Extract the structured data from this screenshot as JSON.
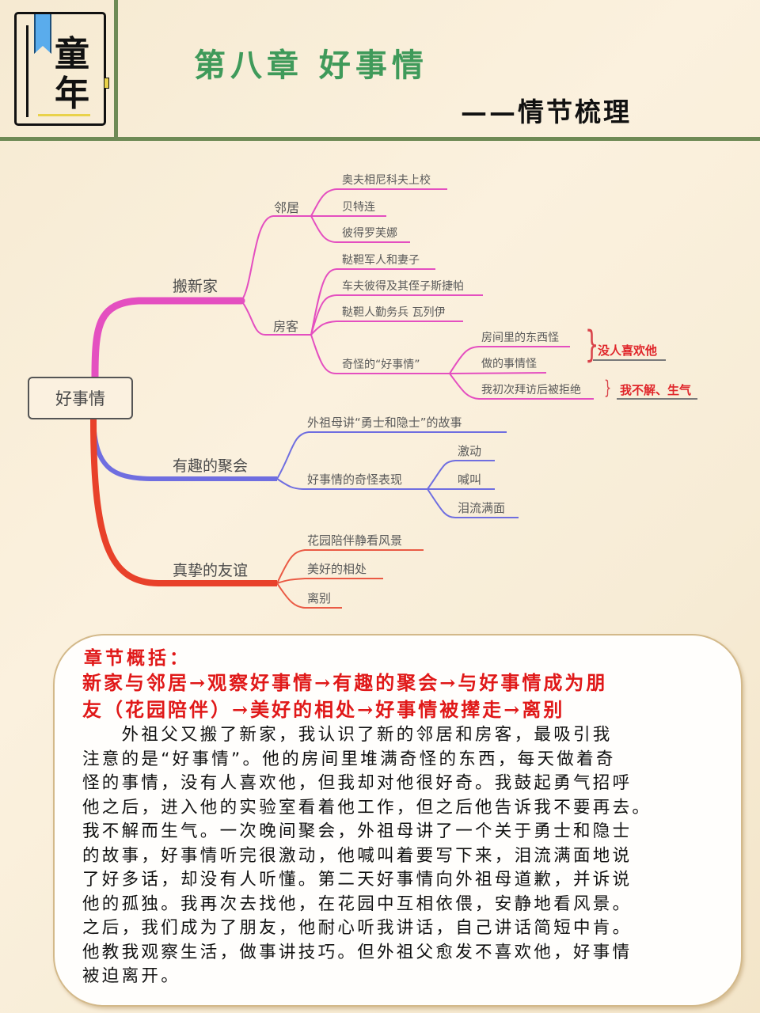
{
  "header": {
    "book_title_line1": "童",
    "book_title_line2": "年",
    "chapter_title": "第八章 好事情",
    "subtitle": "——情节梳理"
  },
  "mindmap": {
    "root": "好事情",
    "colors": {
      "branch_move": "#e44fc0",
      "branch_party": "#6f6ee0",
      "branch_friend": "#e8412a",
      "note_red": "#e0262b"
    },
    "branches": [
      {
        "label": "搬新家",
        "children": [
          {
            "label": "邻居",
            "children": [
              "奥夫相尼科夫上校",
              "贝特连",
              "彼得罗芙娜"
            ]
          },
          {
            "label": "房客",
            "children": [
              "鞑靼军人和妻子",
              "车夫彼得及其侄子斯捷帕",
              "鞑靼人勤务兵 瓦列伊",
              {
                "label": "奇怪的“好事情”",
                "children": [
                  "房间里的东西怪",
                  "做的事情怪",
                  "我初次拜访后被拒绝"
                ]
              }
            ]
          }
        ]
      },
      {
        "label": "有趣的聚会",
        "children": [
          {
            "label": "外祖母讲“勇士和隐士”的故事"
          },
          {
            "label": "好事情的奇怪表现",
            "children": [
              "激动",
              "喊叫",
              "泪流满面"
            ]
          }
        ]
      },
      {
        "label": "真挚的友谊",
        "children": [
          "花园陪伴静看风景",
          "美好的相处",
          "离别"
        ]
      }
    ],
    "notes": [
      {
        "brace": "}",
        "text": "没人喜欢他"
      },
      {
        "brace": "}",
        "text": "我不解、生气"
      }
    ]
  },
  "summary": {
    "heading": "章节概括：",
    "flow_line1": "新家与邻居→观察好事情→有趣的聚会→与好事情成为朋",
    "flow_line2": "友（花园陪伴）→美好的相处→好事情被撵走→离别",
    "body_lines": [
      "　　外祖父又搬了新家，我认识了新的邻居和房客，最吸引我",
      "注意的是“好事情”。他的房间里堆满奇怪的东西，每天做着奇",
      "怪的事情，没有人喜欢他，但我却对他很好奇。我鼓起勇气招呼",
      "他之后，进入他的实验室看着他工作，但之后他告诉我不要再去。",
      "我不解而生气。一次晚间聚会，外祖母讲了一个关于勇士和隐士",
      "的故事，好事情听完很激动，他喊叫着要写下来，泪流满面地说",
      "了好多话，却没有人听懂。第二天好事情向外祖母道歉，并诉说",
      "他的孤独。我再次去找他，在花园中互相依偎，安静地看风景。",
      "之后，我们成为了朋友，他耐心听我讲话，自己讲话简短中肯。",
      "他教我观察生活，做事讲技巧。但外祖父愈发不喜欢他，好事情",
      "被迫离开。"
    ]
  }
}
